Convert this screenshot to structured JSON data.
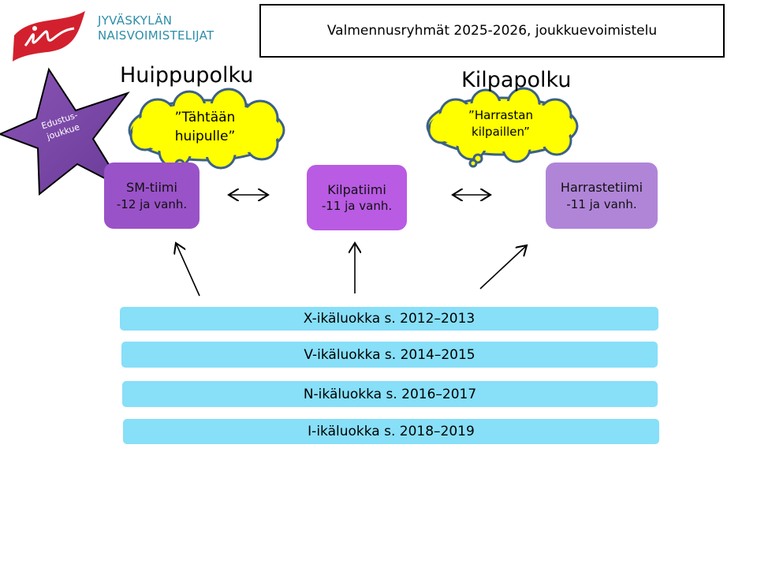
{
  "logo": {
    "line1": "JYVÄSKYLÄN",
    "line2": "NAISVOIMISTELIJAT"
  },
  "title": "Valmennusryhmät  2025-2026, joukkuevoimistelu",
  "headings": {
    "left": "Huippupolku",
    "right": "Kilpapolku"
  },
  "star": {
    "line1": "Edustus-",
    "line2": "joukkue"
  },
  "clouds": [
    {
      "line1": "”Tähtään",
      "line2": "huipulle”"
    },
    {
      "line1": "”Harrastan",
      "line2": "kilpaillen”"
    }
  ],
  "teams": [
    {
      "name": "SM-tiimi",
      "age": "-12 ja vanh.",
      "color": "#9a52c8"
    },
    {
      "name": "Kilpatiimi",
      "age": "-11 ja vanh.",
      "color": "#b95be3"
    },
    {
      "name": "Harrastetiimi",
      "age": "-11 ja vanh.",
      "color": "#b085d8"
    }
  ],
  "age_groups": [
    "X-ikäluokka s. 2012–2013",
    "V-ikäluokka s. 2014–2015",
    "N-ikäluokka s. 2016–2017",
    "I-ikäluokka s. 2018–2019"
  ]
}
